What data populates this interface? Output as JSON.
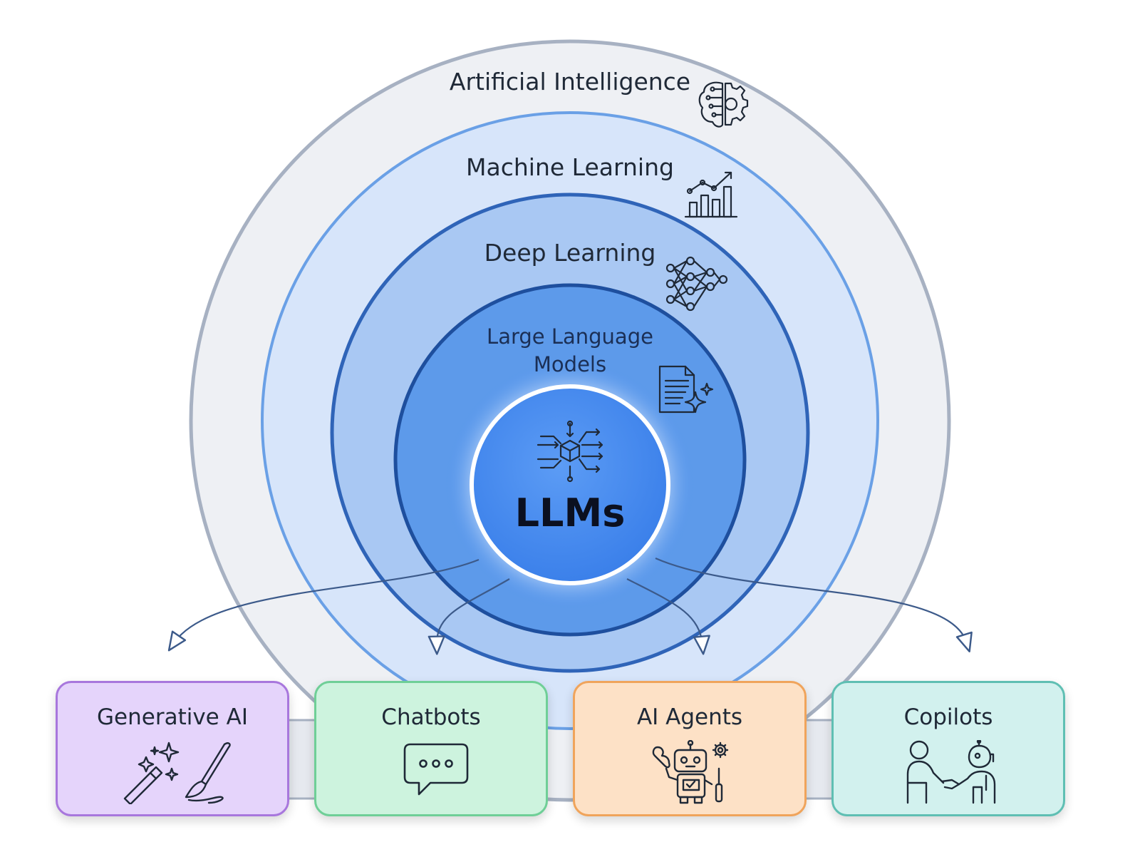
{
  "layers": [
    {
      "name": "ai",
      "label": "Artificial Intelligence",
      "icon": "brain-gear-icon",
      "fill": "#eef0f4",
      "stroke": "#a7b1c2"
    },
    {
      "name": "ml",
      "label": "Machine Learning",
      "icon": "growth-chart-icon",
      "fill": "#d7e5fa",
      "stroke": "#6aa0e6"
    },
    {
      "name": "dl",
      "label": "Deep Learning",
      "icon": "neural-network-icon",
      "fill": "#a9c8f3",
      "stroke": "#2f64b8"
    },
    {
      "name": "llm",
      "label": "Large Language\nModels",
      "icon": "document-sparkle-icon",
      "fill": "#5d9aea",
      "stroke": "#1e4f9e"
    }
  ],
  "core": {
    "label": "LLMs",
    "icon": "cube-network-icon",
    "fill": "#4a8ef0"
  },
  "applications": [
    {
      "label": "Generative AI",
      "icon": "magic-wand-paintbrush-icon",
      "bg": "#e5d4fb",
      "border": "#a877dd"
    },
    {
      "label": "Chatbots",
      "icon": "chat-bubble-icon",
      "bg": "#cdf3de",
      "border": "#6fcf97"
    },
    {
      "label": "AI Agents",
      "icon": "robot-tools-icon",
      "bg": "#fde1c6",
      "border": "#f0a45b"
    },
    {
      "label": "Copilots",
      "icon": "handshake-robot-icon",
      "bg": "#d2f1ee",
      "border": "#5fbfb3"
    }
  ]
}
